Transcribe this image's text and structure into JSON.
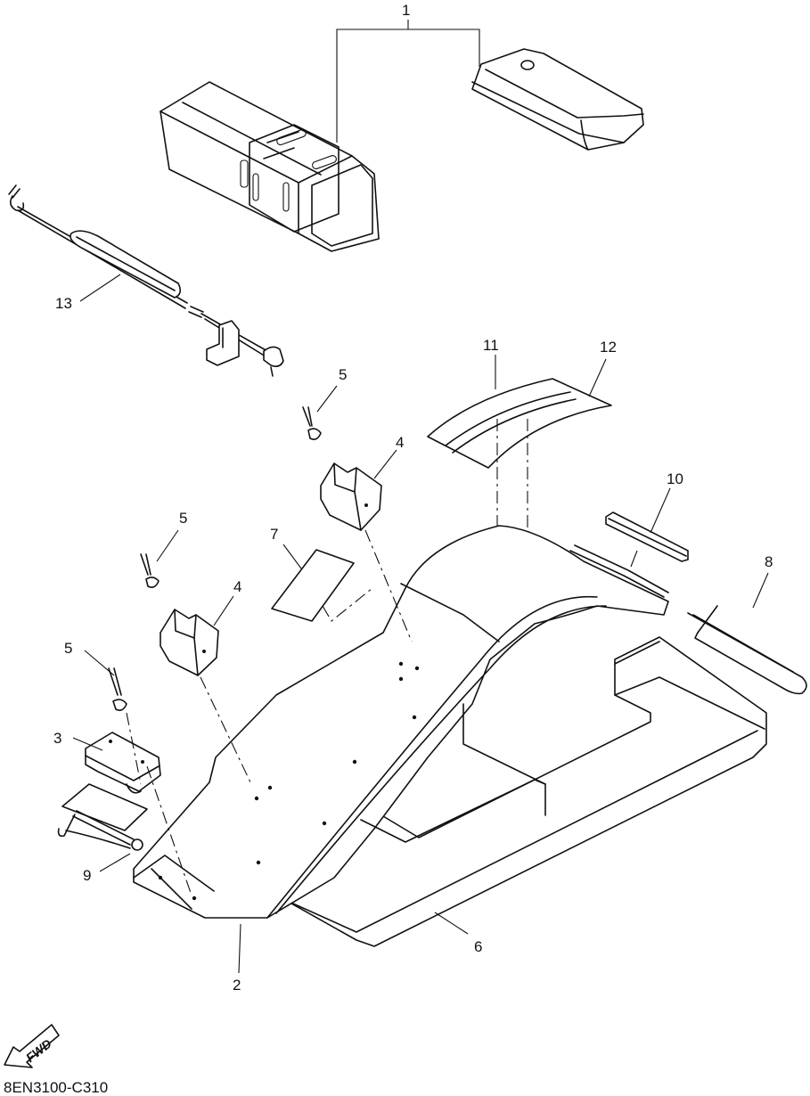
{
  "diagram": {
    "part_code": "8EN3100-C310",
    "fwd_label": "FWD",
    "callouts": {
      "c1": "1",
      "c2": "2",
      "c3": "3",
      "c4a": "4",
      "c4b": "4",
      "c5a": "5",
      "c5b": "5",
      "c5c": "5",
      "c6": "6",
      "c7": "7",
      "c8": "8",
      "c9": "9",
      "c10": "10",
      "c11": "11",
      "c12": "12",
      "c13": "13"
    }
  }
}
